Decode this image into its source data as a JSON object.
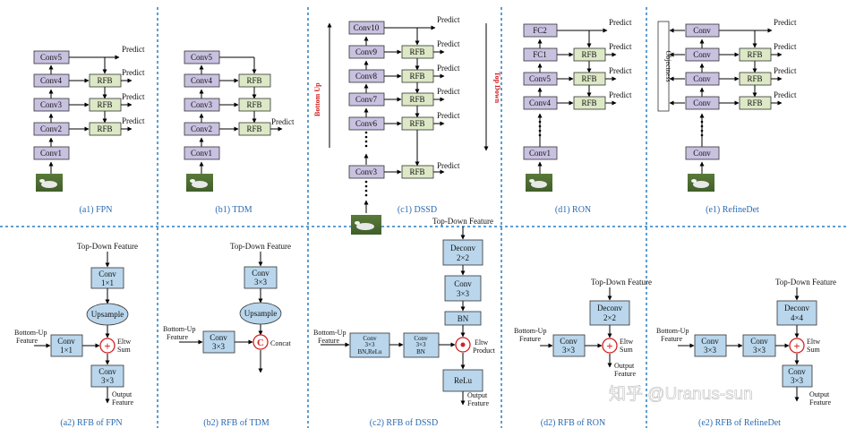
{
  "captions": {
    "a1": "(a1) FPN",
    "b1": "(b1) TDM",
    "c1": "(c1) DSSD",
    "d1": "(d1) RON",
    "e1": "(e1) RefineDet",
    "a2": "(a2) RFB of FPN",
    "b2": "(b2) RFB of TDM",
    "c2": "(c2) RFB of DSSD",
    "d2": "(d2) RFB of RON",
    "e2": "(e2) RFB of RefineDet"
  },
  "labels": {
    "predict": "Predict",
    "rfb": "RFB",
    "conv": "Conv",
    "conv1": "Conv1",
    "conv2": "Conv2",
    "conv3": "Conv3",
    "conv4": "Conv4",
    "conv5": "Conv5",
    "conv6": "Conv6",
    "conv7": "Conv7",
    "conv8": "Conv8",
    "conv9": "Conv9",
    "conv10": "Conv10",
    "fc1": "FC1",
    "fc2": "FC2",
    "objectness": "Objectness",
    "bottom_up": "Bottom Up",
    "top_down": "Top Down"
  },
  "rfb_labels": {
    "top_down_feature": "Top-Down Feature",
    "bottom_up_feature_1": "Bottom-Up",
    "bottom_up_feature_2": "Feature",
    "output_feature_1": "Output",
    "output_feature_2": "Feature",
    "upsample": "Upsample",
    "conv_1x1": "1×1",
    "conv_3x3": "3×3",
    "deconv": "Deconv",
    "deconv_2x2": "2×2",
    "deconv_4x4": "4×4",
    "bn": "BN",
    "relu": "ReLu",
    "bn_relu": "BN,ReLu",
    "eltw": "Eltw",
    "sum": "Sum",
    "product": "Product",
    "concat": "Concat",
    "concat_symbol": "C"
  },
  "watermark": "知乎 @Uranus-sun",
  "colors": {
    "conv_box": "#c9c1e0",
    "rfb_box": "#dde8c6",
    "rfb_panel_box": "#b9d6ec",
    "upsample": "#b9d6ec",
    "divider": "#2a7fc0",
    "caption": "#2a6ab0",
    "operator": "#d42020"
  }
}
